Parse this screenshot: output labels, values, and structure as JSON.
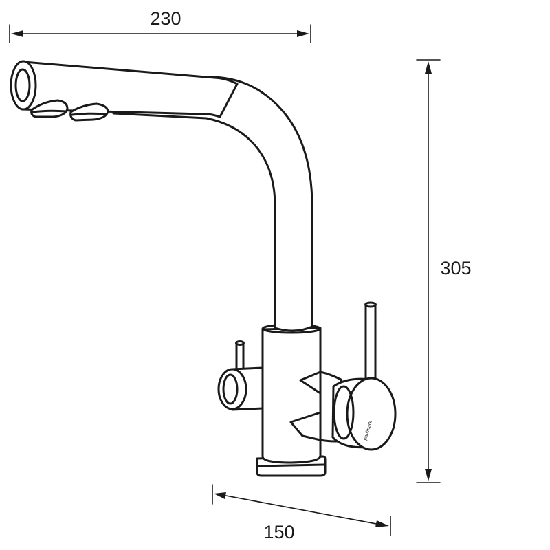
{
  "dimensions": {
    "spout_reach": "230",
    "total_height": "305",
    "base_to_handle_depth": "150"
  },
  "brand_label": "paulmark"
}
